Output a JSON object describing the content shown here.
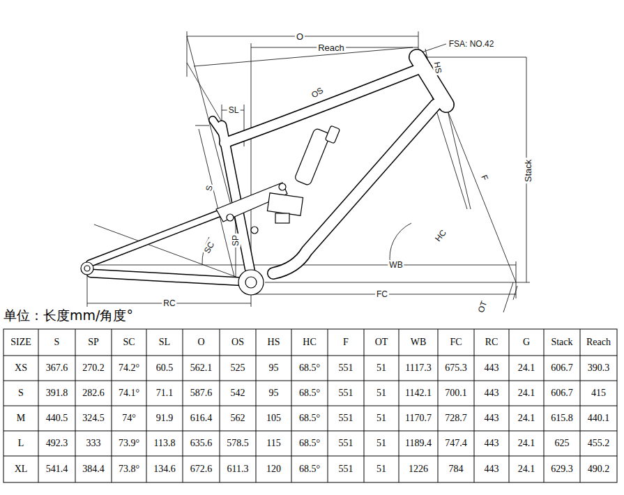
{
  "diagram": {
    "labels": [
      "O",
      "Reach",
      "FSA: NO.42",
      "HS",
      "SL",
      "OS",
      "S",
      "Stack",
      "F",
      "SC",
      "SP",
      "HC",
      "WB",
      "RC",
      "FC",
      "OT",
      "单位：长度mm/角度°",
      "SIZE",
      "S",
      "SP",
      "SC",
      "SL",
      "O",
      "OS",
      "HS",
      "HC",
      "F",
      "OT",
      "WB",
      "FC",
      "RC",
      "G",
      "Stack",
      "Reach",
      "XS",
      "367.6",
      "270.2",
      "74.2°",
      "60.5",
      "562.1",
      "525",
      "95",
      "68.5°",
      "551",
      "51",
      "1117.3",
      "675.3",
      "443",
      "24.1",
      "606.7",
      "390.3",
      "S",
      "391.8",
      "282.6",
      "74.1°",
      "71.1",
      "587.6",
      "542",
      "95",
      "68.5°",
      "551",
      "51",
      "1142.1",
      "700.1",
      "443",
      "24.1",
      "606.7",
      "415",
      "M",
      "440.5",
      "324.5",
      "74°",
      "91.9",
      "616.4",
      "562",
      "105",
      "68.5°",
      "551",
      "51",
      "1170.7",
      "728.7",
      "443",
      "24.1",
      "615.8",
      "440.1",
      "L",
      "492.3",
      "333",
      "73.9°",
      "113.8",
      "635.6",
      "578.5",
      "115",
      "68.5°",
      "551",
      "51",
      "1189.4",
      "747.4",
      "443",
      "24.1",
      "625",
      "455.2",
      "XL",
      "541.4",
      "384.4",
      "73.8°",
      "134.6",
      "672.6",
      "611.3",
      "120",
      "68.5°",
      "551",
      "51",
      "1226",
      "784",
      "443",
      "24.1",
      "629.3",
      "490.2"
    ]
  }
}
